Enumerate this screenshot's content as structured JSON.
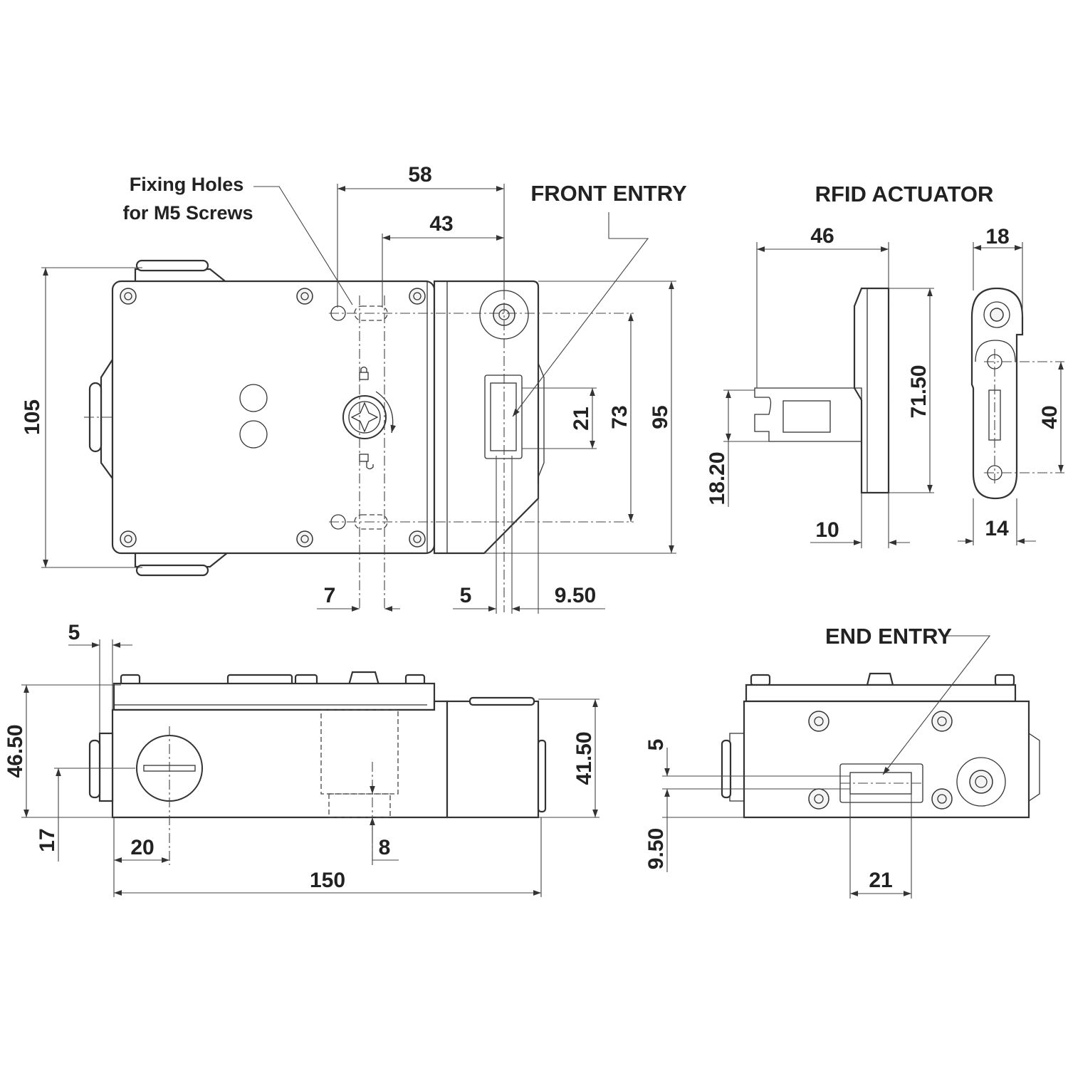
{
  "labels": {
    "fixing_holes_line1": "Fixing Holes",
    "fixing_holes_line2": "for M5 Screws",
    "front_entry": "FRONT ENTRY",
    "rfid_actuator": "RFID ACTUATOR",
    "end_entry": "END ENTRY"
  },
  "front_view": {
    "dim_58": "58",
    "dim_43": "43",
    "dim_105": "105",
    "dim_21": "21",
    "dim_73": "73",
    "dim_95": "95",
    "dim_7": "7",
    "dim_5": "5",
    "dim_9_50": "9.50"
  },
  "actuator_side": {
    "dim_46": "46",
    "dim_71_50": "71.50",
    "dim_18_20": "18.20",
    "dim_10": "10"
  },
  "actuator_front": {
    "dim_18": "18",
    "dim_40": "40",
    "dim_14": "14"
  },
  "bottom_view": {
    "dim_5": "5",
    "dim_46_50": "46.50",
    "dim_41_50": "41.50",
    "dim_17": "17",
    "dim_20": "20",
    "dim_8": "8",
    "dim_150": "150"
  },
  "end_view": {
    "dim_5": "5",
    "dim_9_50": "9.50",
    "dim_21": "21"
  },
  "icons": {
    "locked": "padlock-closed-icon",
    "unlocked": "padlock-open-icon",
    "rotate": "rotate-arrow-icon"
  }
}
